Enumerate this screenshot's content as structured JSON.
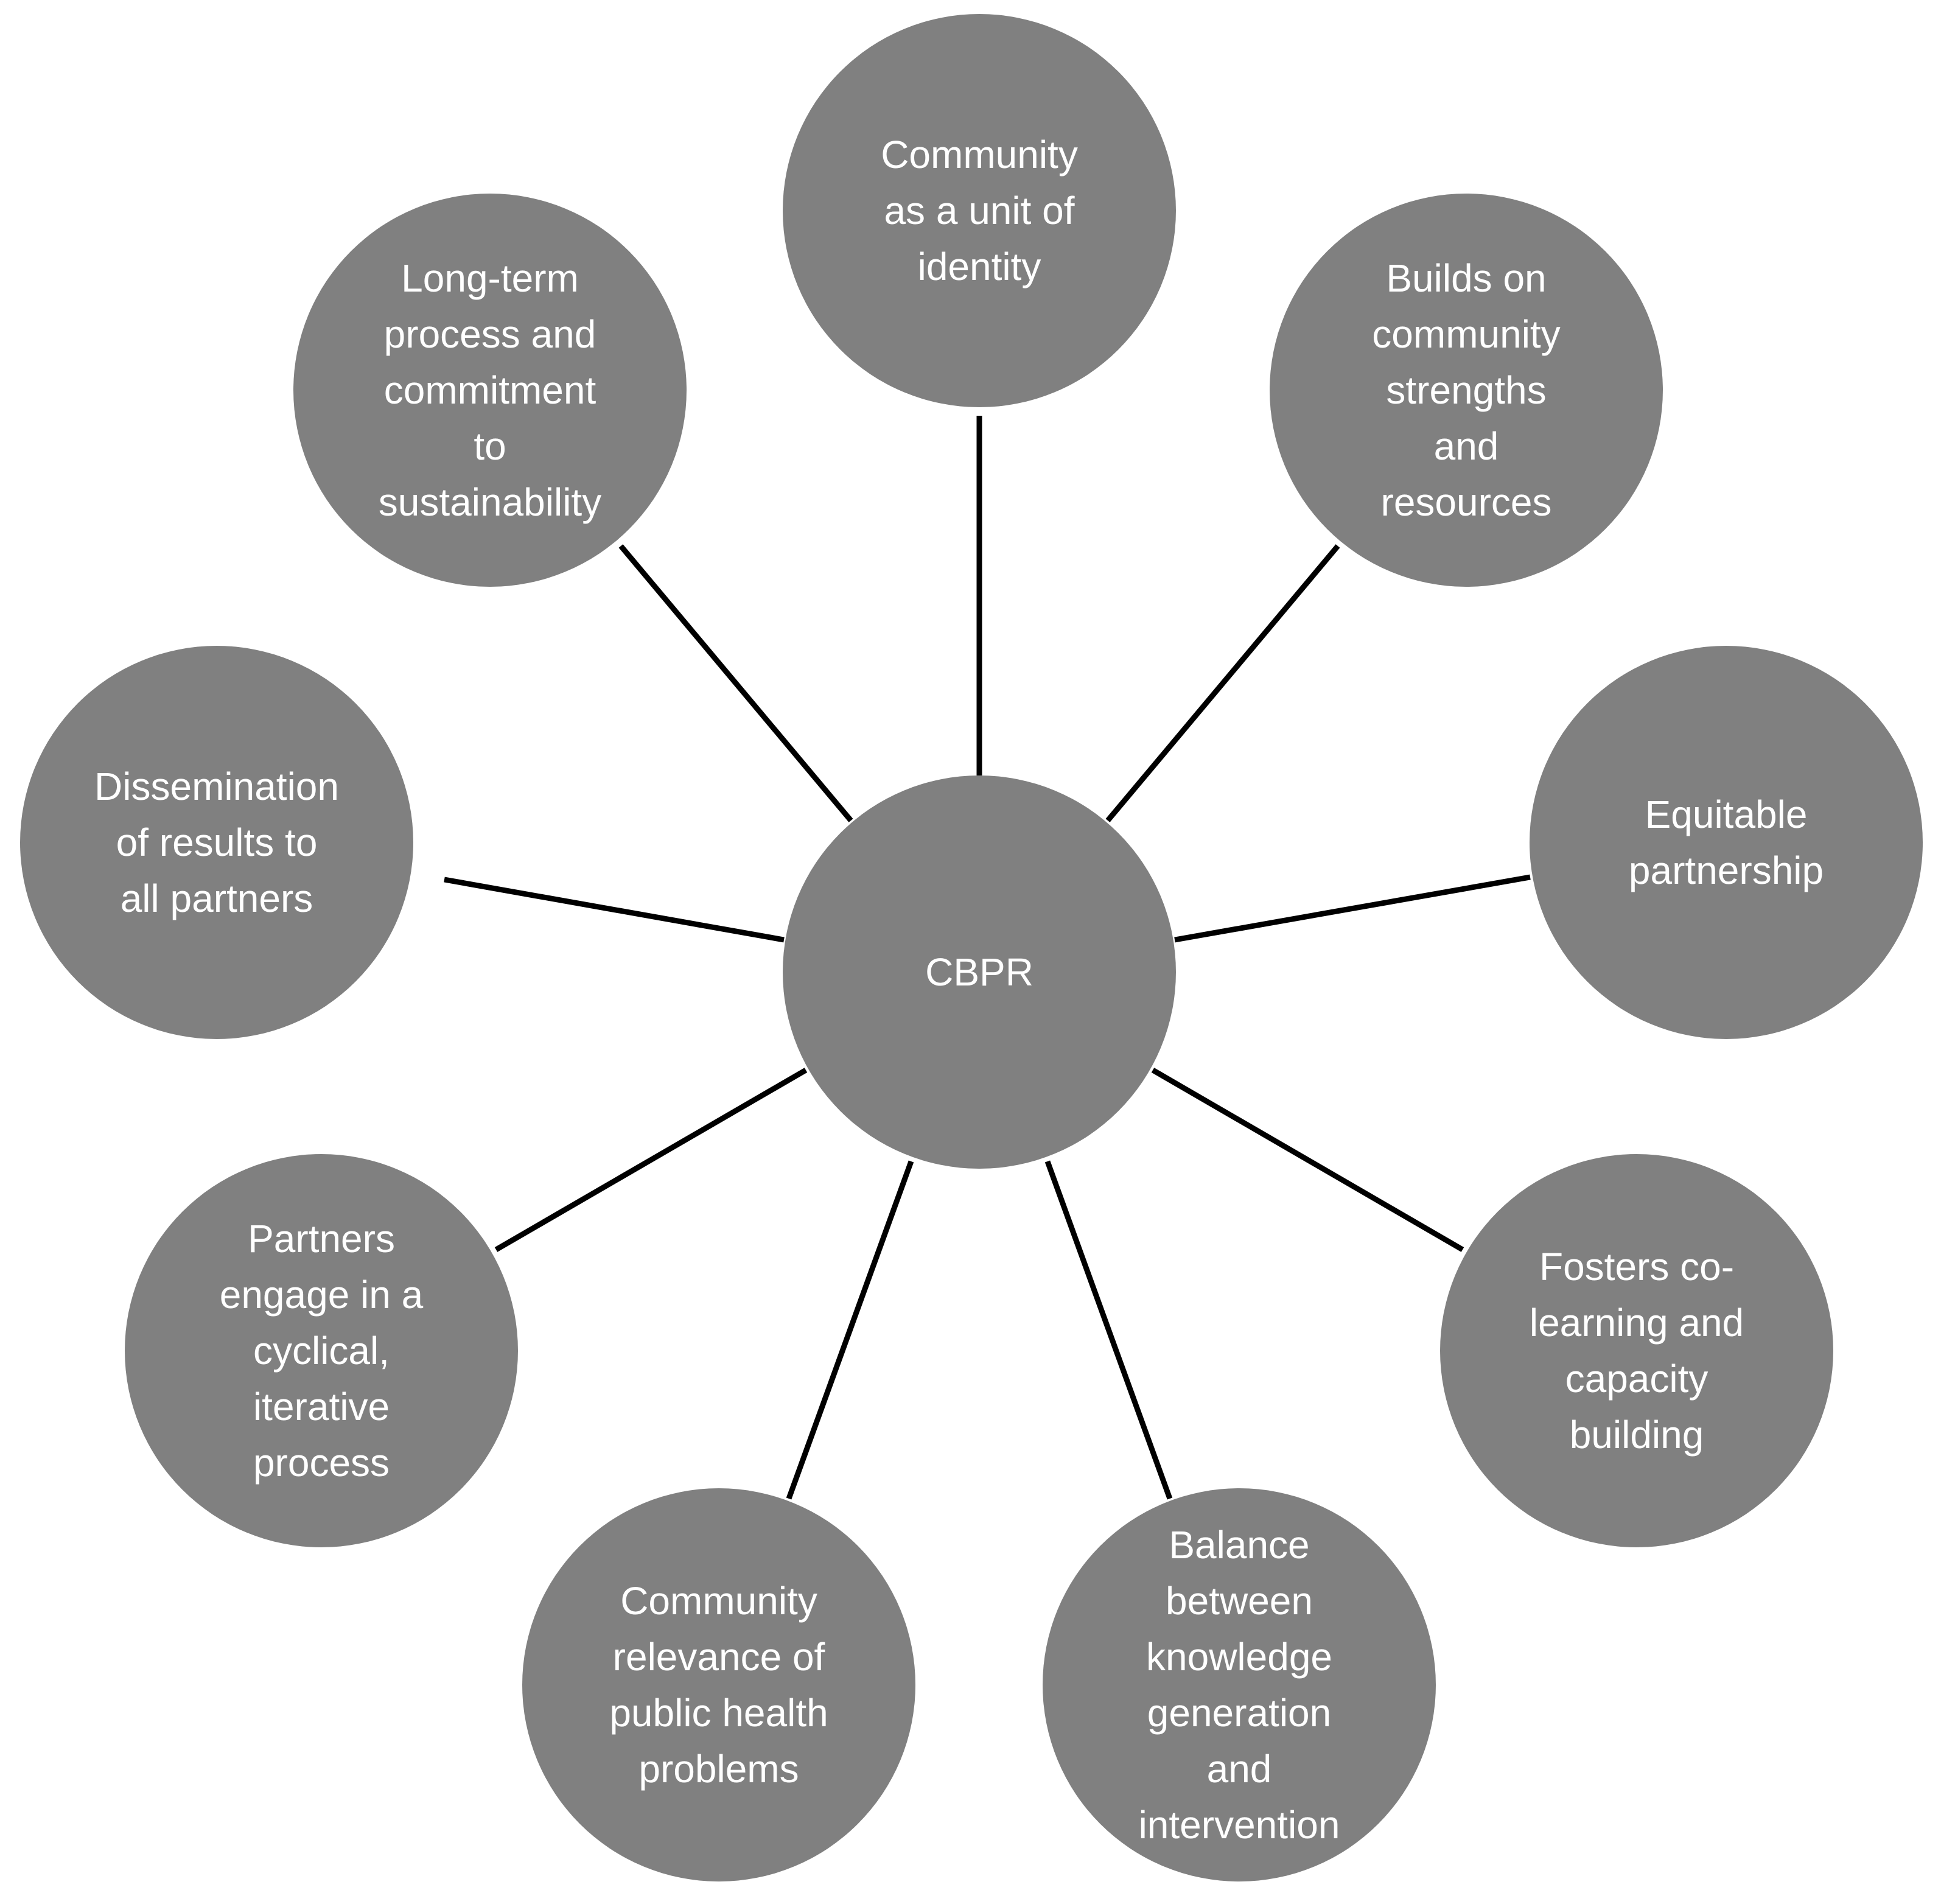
{
  "center": {
    "label": "CBPR"
  },
  "principles": [
    {
      "label": "Community\nas a unit of\nidentity"
    },
    {
      "label": "Builds on\ncommunity\nstrengths\nand\nresources"
    },
    {
      "label": "Equitable\npartnership"
    },
    {
      "label": "Fosters co-\nlearning and\ncapacity\nbuilding"
    },
    {
      "label": "Balance\nbetween\nknowledge\ngeneration\nand\nintervention"
    },
    {
      "label": "Community\nrelevance of\npublic health\nproblems"
    },
    {
      "label": "Partners\nengage in a\ncyclical,\niterative\nprocess"
    },
    {
      "label": "Dissemination\nof results to\nall partners"
    },
    {
      "label": "Long-term\nprocess and\ncommitment\nto\nsustainability"
    }
  ],
  "colors": {
    "node_fill": "#808080",
    "node_text": "#ffffff",
    "connector": "#000000",
    "background": "#ffffff"
  }
}
